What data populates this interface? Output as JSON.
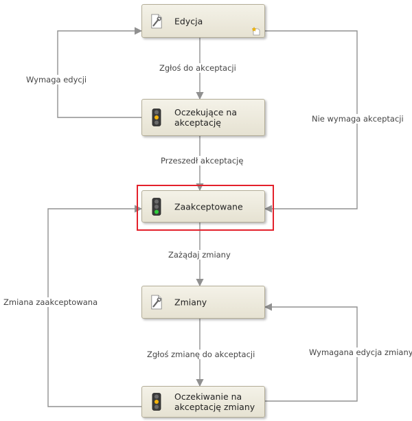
{
  "colors": {
    "wire": "#909090",
    "highlight": "#e3202a",
    "node_border": "#b3ad97"
  },
  "nodes": [
    {
      "id": "edycja",
      "label": "Edycja",
      "icon": "document-wrench-icon"
    },
    {
      "id": "oczekujace",
      "label": "Oczekujące na\nakceptację",
      "icon": "traffic-light-amber-icon"
    },
    {
      "id": "zaakceptowane",
      "label": "Zaakceptowane",
      "icon": "traffic-light-green-icon"
    },
    {
      "id": "zmiany",
      "label": "Zmiany",
      "icon": "document-wrench-icon"
    },
    {
      "id": "oczekiwanie",
      "label": "Oczekiwanie na\nakceptację zmiany",
      "icon": "traffic-light-amber-icon"
    }
  ],
  "edges": [
    {
      "id": "zglos-do-akceptacji",
      "label": "Zgłoś do akceptacji"
    },
    {
      "id": "przeszedl-akceptacje",
      "label": "Przeszedł akceptację"
    },
    {
      "id": "zazadaj-zmiany",
      "label": "Zażądaj zmiany"
    },
    {
      "id": "zglos-zmiane",
      "label": "Zgłoś zmianę do akceptacji"
    },
    {
      "id": "wymaga-edycji",
      "label": "Wymaga edycji"
    },
    {
      "id": "nie-wymaga-akceptacji",
      "label": "Nie wymaga akceptacji"
    },
    {
      "id": "zmiana-zaakceptowana",
      "label": "Zmiana zaakceptowana"
    },
    {
      "id": "wymagana-edycja-zmiany",
      "label": "Wymagana edycja zmiany"
    }
  ],
  "start_marker_icon": "new-document-star-icon"
}
